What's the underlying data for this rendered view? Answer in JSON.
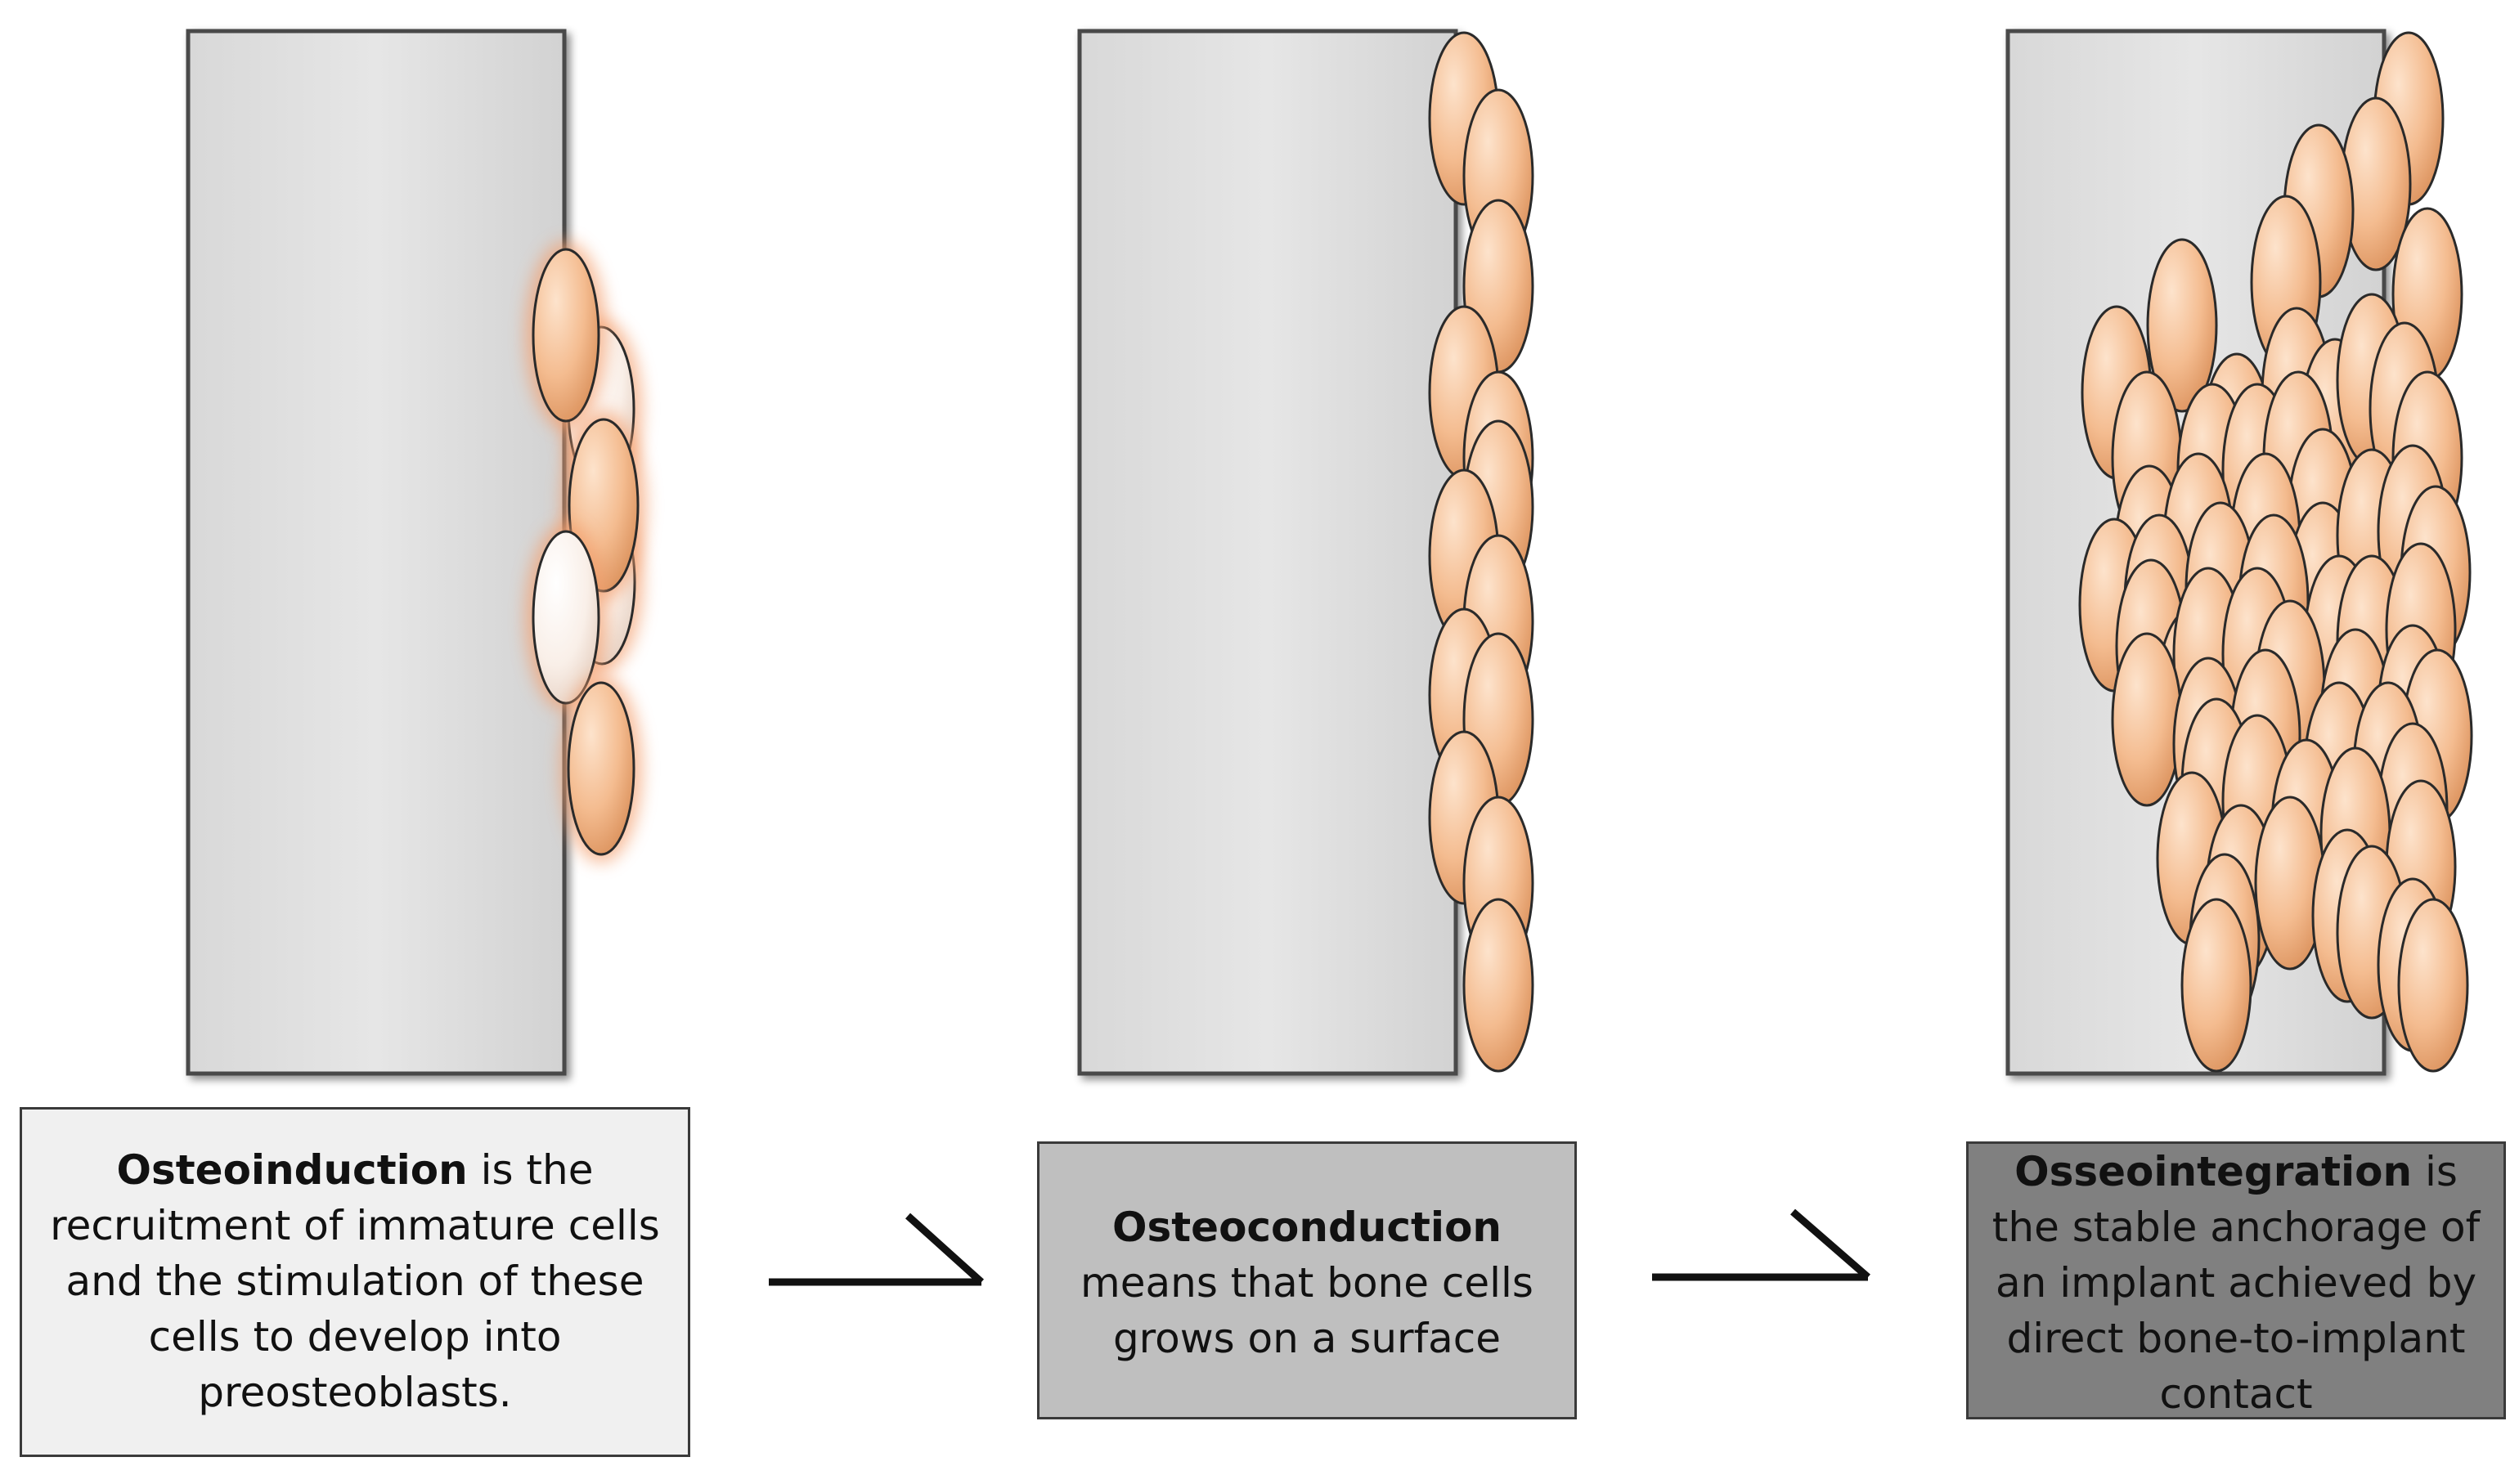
{
  "panels": [
    {
      "stage": "osteoinduction",
      "term": "Osteoinduction",
      "rest_lines": [
        " is the",
        "recruitment of immature cells",
        "and the stimulation of these",
        "cells to develop into",
        "preosteoblasts."
      ]
    },
    {
      "stage": "osteoconduction",
      "term": "Osteoconduction",
      "rest_lines": [
        "",
        "means that bone cells",
        "grows on a surface"
      ]
    },
    {
      "stage": "osseointegration",
      "term": "Osseointegration",
      "rest_lines": "  is|the stable anchorage of|an implant achieved by|direct bone-to-implant|contact"
    }
  ],
  "colors": {
    "implant_fill": "#e0e0e0",
    "implant_border": "#4a4a4a",
    "cell_mature": "#f2b88a",
    "cell_immature": "#f8ebe2",
    "glow": "#f4a070",
    "arrow": "#111111"
  }
}
